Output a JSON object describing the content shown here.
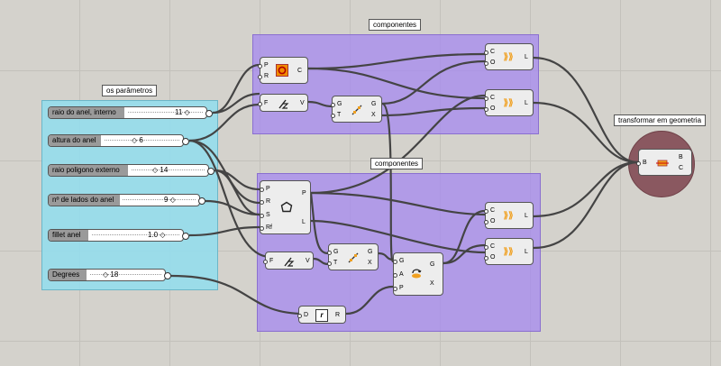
{
  "groups": {
    "params": "os parâmetros",
    "componentes_top": "componentes",
    "componentes_bottom": "componentes",
    "bake": "transformar em geometria"
  },
  "sliders": [
    {
      "label": "raio do anel, interno",
      "value": "11 ◇"
    },
    {
      "label": "altura do anel",
      "value": "◇ 6"
    },
    {
      "label": "raio poligono externo",
      "value": "◇ 14"
    },
    {
      "label": "nº de lados do anel",
      "value": "9 ◇"
    },
    {
      "label": "fillet anel",
      "value": "1.0 ◇"
    },
    {
      "label": "Degrees",
      "value": "◇ 18"
    }
  ],
  "pins": {
    "P": "P",
    "R": "R",
    "C": "C",
    "F": "F",
    "V": "V",
    "G": "G",
    "T": "T",
    "X": "X",
    "O": "O",
    "L": "L",
    "S": "S",
    "Rf": "Rf",
    "A": "A",
    "D": "D",
    "B": "B"
  },
  "icons": {
    "circle": "circle-icon",
    "unit_z": "unit-z-icon",
    "move": "move-icon",
    "extrude": "extrude-icon",
    "polygon": "polygon-icon",
    "rotate": "rotate-icon",
    "radians": "radians-icon",
    "bake": "bake-icon"
  },
  "colors": {
    "canvas": "#d4d2cc",
    "group_purple": "#a68cee",
    "group_cyan": "#96dcec",
    "bake_group": "#8a5860",
    "component_body": "#ededed",
    "wire": "#444444",
    "extrude_icon": "#f0a020"
  }
}
